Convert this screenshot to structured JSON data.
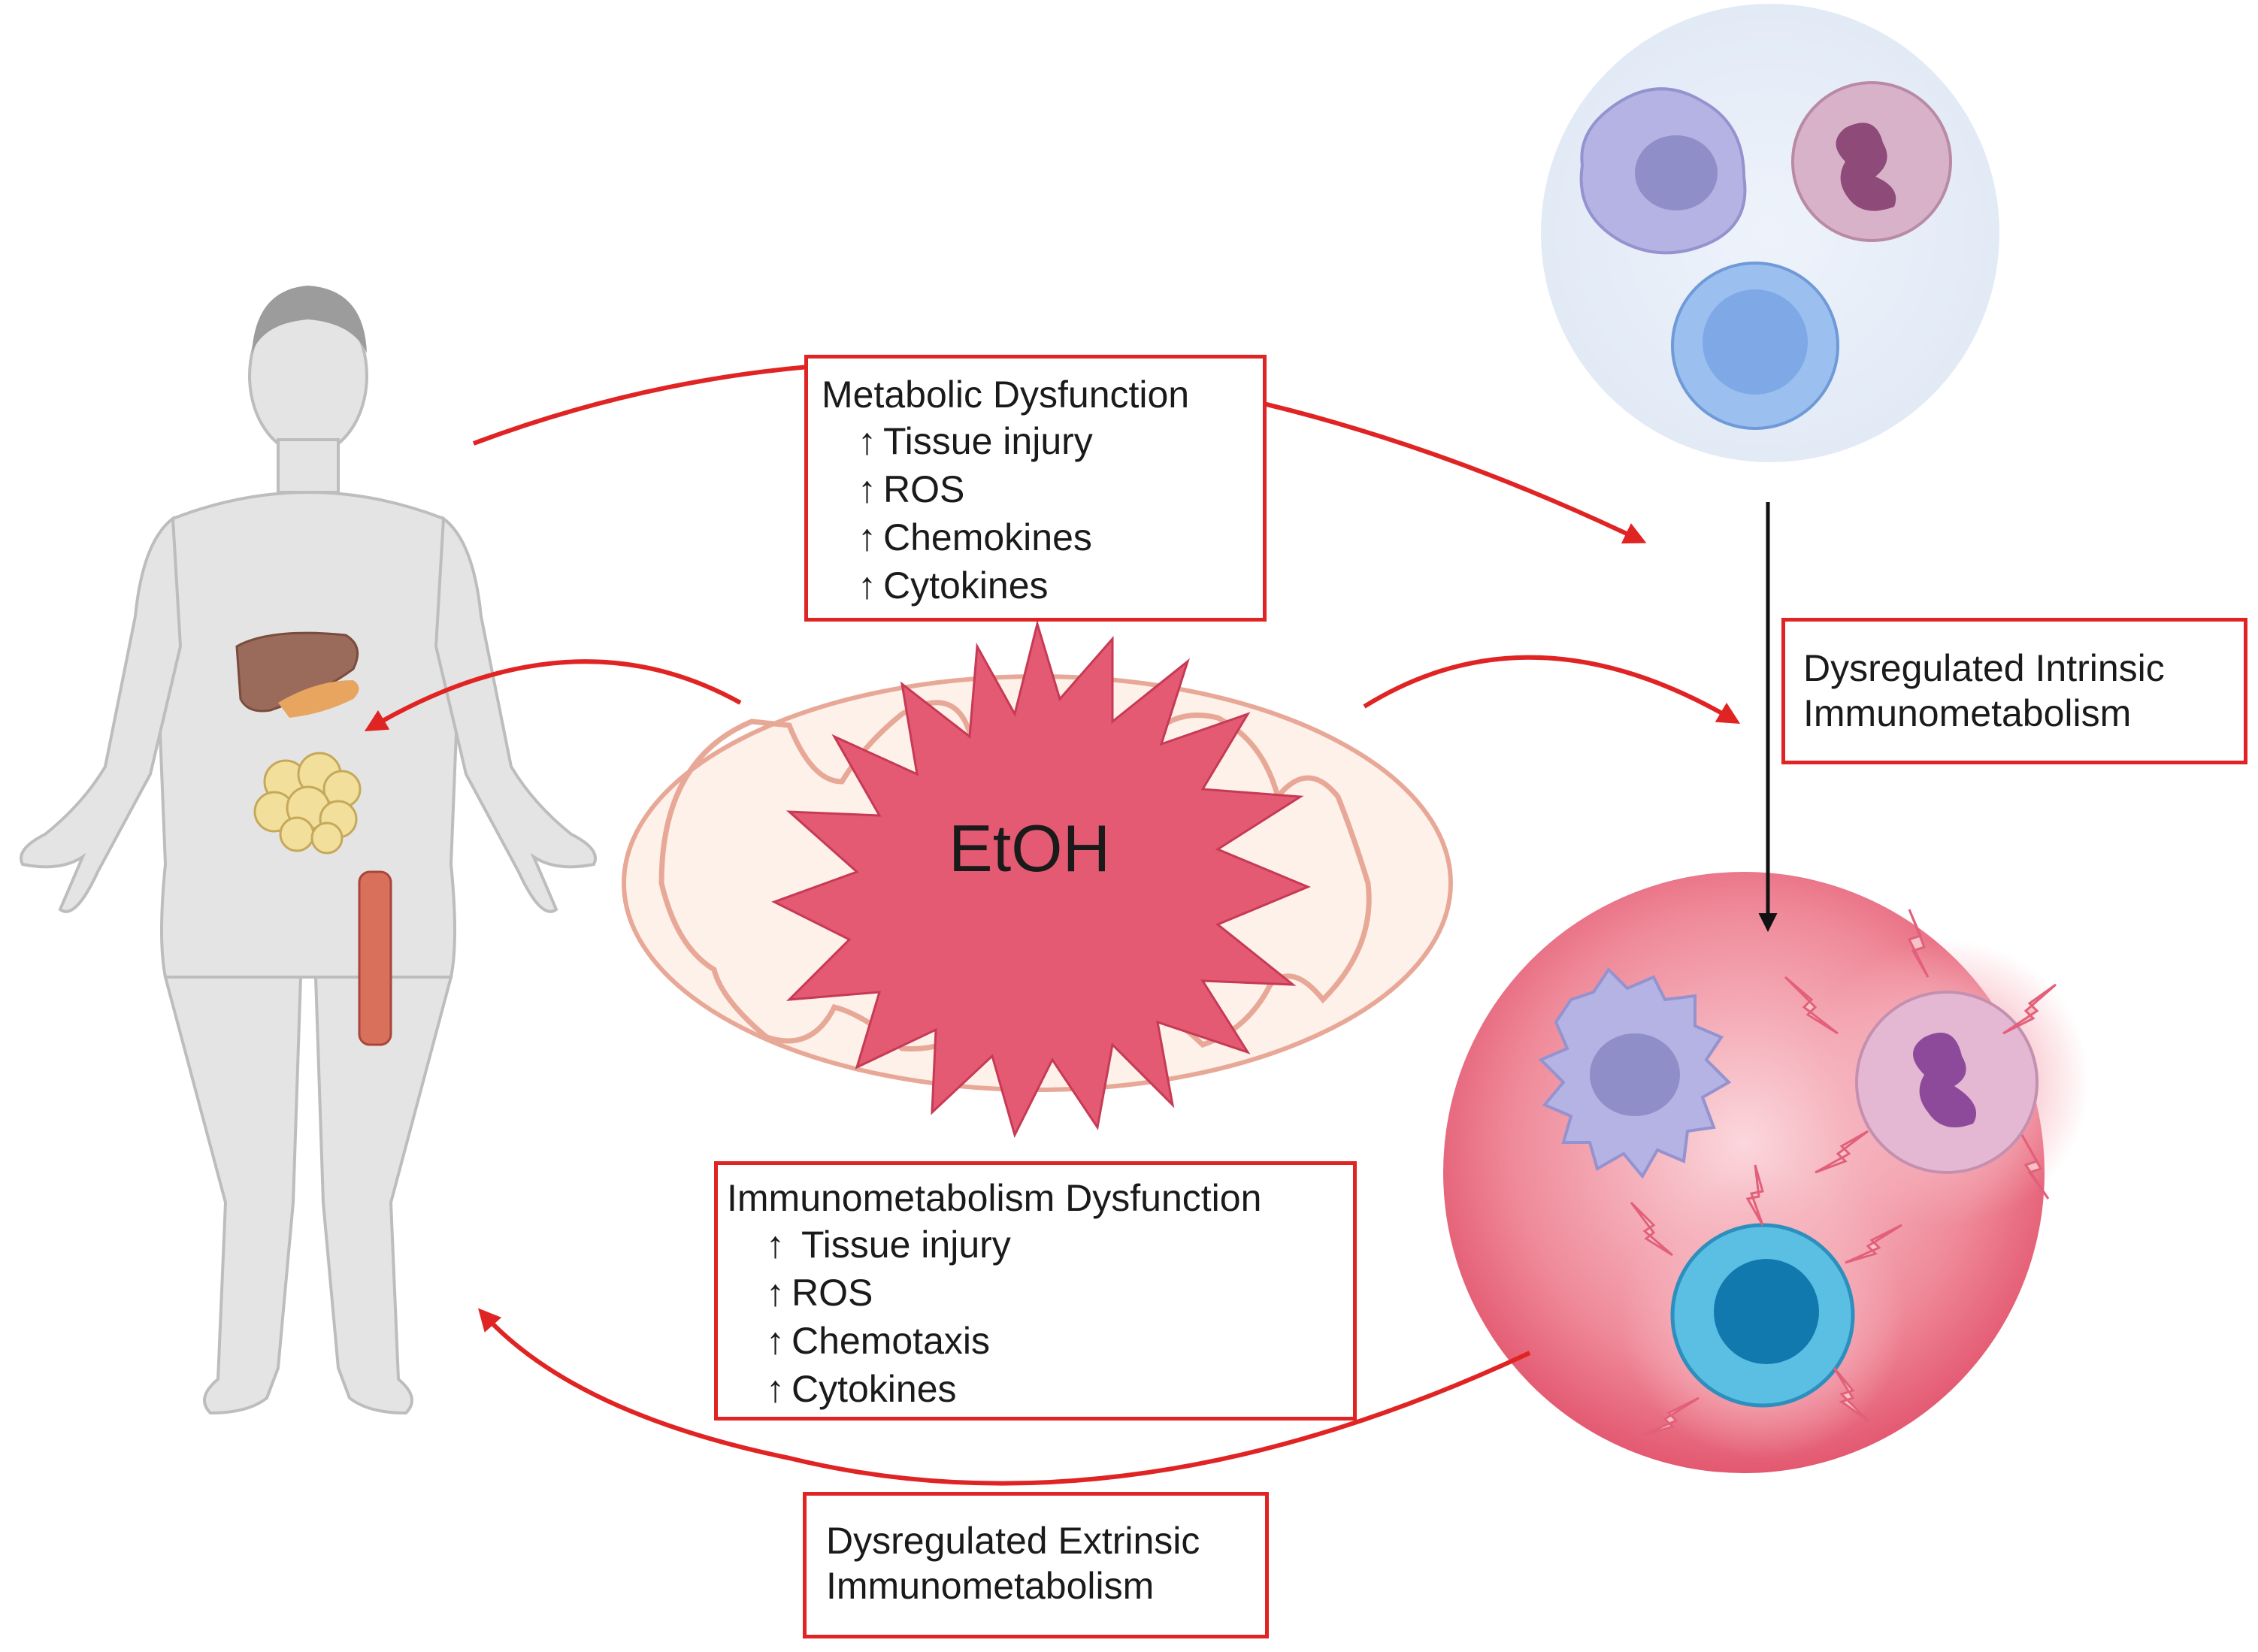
{
  "etoh_label": "EtOH",
  "up_arrow": "↑",
  "metabolic_box": {
    "title": "Metabolic Dysfunction",
    "items": [
      "Tissue injury",
      "ROS",
      "Chemokines",
      "Cytokines"
    ]
  },
  "intrinsic_box": {
    "line1": "Dysregulated Intrinsic",
    "line2": "Immunometabolism"
  },
  "immuno_box": {
    "title": "Immunometabolism Dysfunction",
    "items": [
      " Tissue injury",
      "ROS",
      "Chemotaxis",
      "Cytokines"
    ]
  },
  "extrinsic_box": {
    "line1": "Dysregulated Extrinsic",
    "line2": "Immunometabolism"
  },
  "colors": {
    "arrow_red": "#e02424",
    "etoh_star": "#e0506a",
    "mito_outline": "#e8a897",
    "activated_cell_bg": "#e8677e",
    "resting_cell_bg": "#e6eef8"
  }
}
